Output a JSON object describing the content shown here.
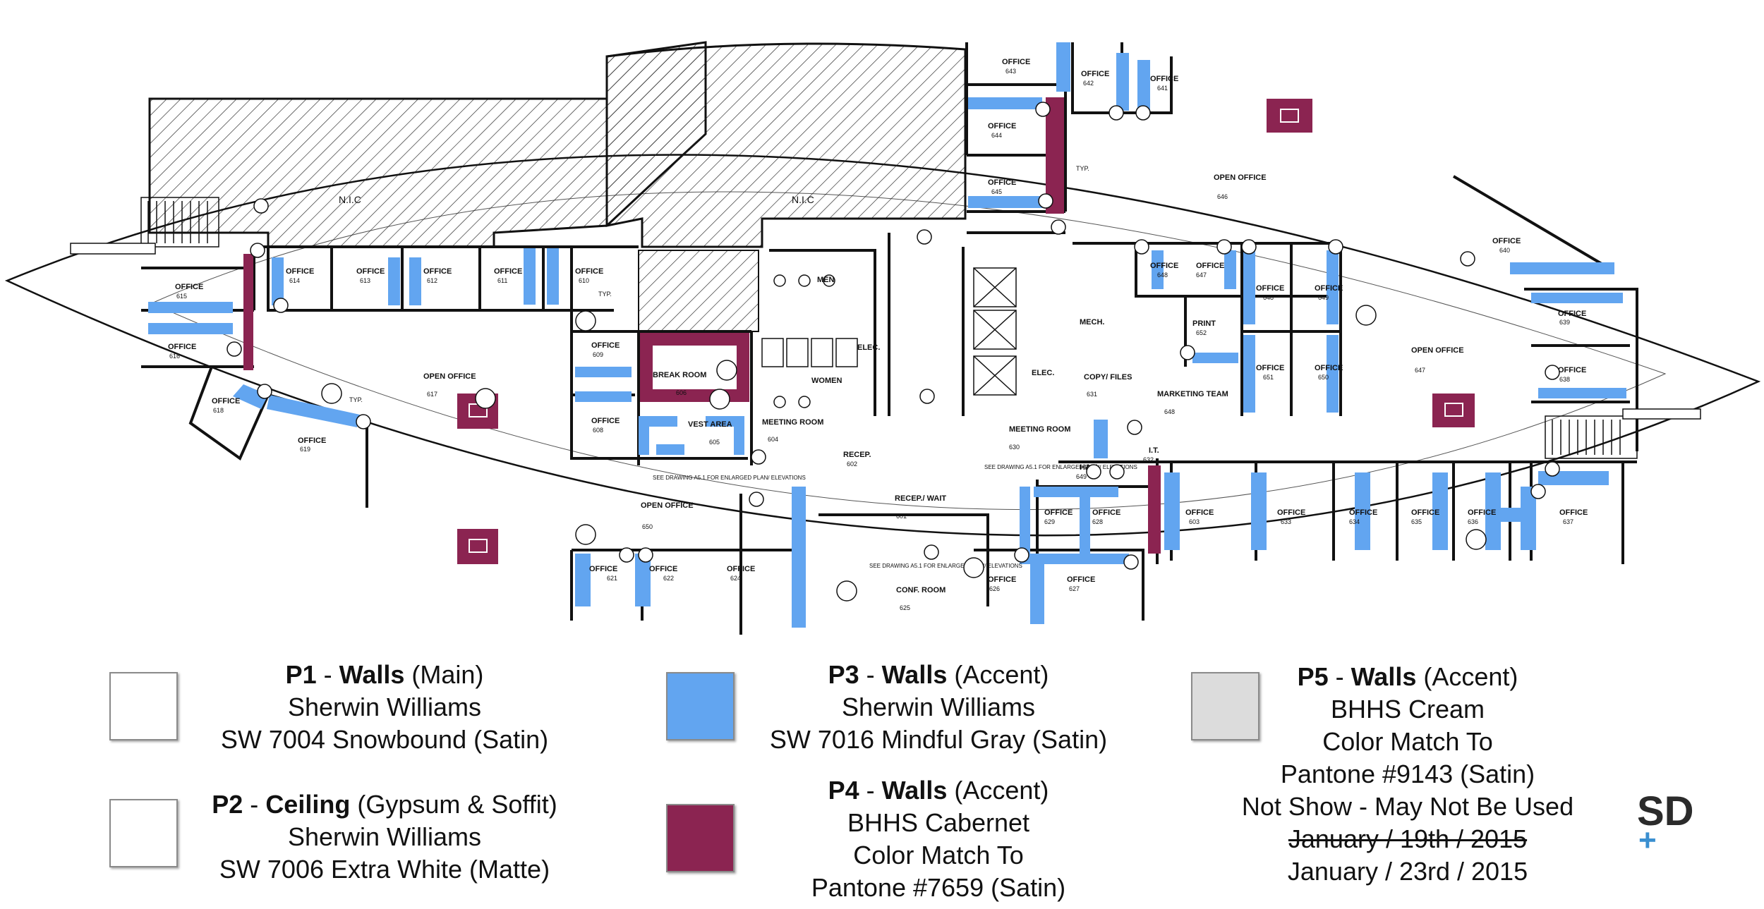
{
  "plan": {
    "nic_labels": [
      "N.I.C",
      "N.I.C"
    ],
    "rooms": [
      {
        "name": "OFFICE",
        "num": "643"
      },
      {
        "name": "OFFICE",
        "num": "642"
      },
      {
        "name": "OFFICE",
        "num": "641"
      },
      {
        "name": "OFFICE",
        "num": "644"
      },
      {
        "name": "OFFICE",
        "num": "645"
      },
      {
        "name": "OPEN OFFICE",
        "num": "646"
      },
      {
        "name": "OFFICE",
        "num": "640"
      },
      {
        "name": "OFFICE",
        "num": "639"
      },
      {
        "name": "OFFICE",
        "num": "638"
      },
      {
        "name": "OPEN OFFICE",
        "num": "647"
      },
      {
        "name": "OFFICE",
        "num": "615"
      },
      {
        "name": "OFFICE",
        "num": "614"
      },
      {
        "name": "OFFICE",
        "num": "613"
      },
      {
        "name": "OFFICE",
        "num": "612"
      },
      {
        "name": "OFFICE",
        "num": "611"
      },
      {
        "name": "OFFICE",
        "num": "610"
      },
      {
        "name": "OFFICE",
        "num": "616"
      },
      {
        "name": "OFFICE",
        "num": "609"
      },
      {
        "name": "OPEN OFFICE",
        "num": "617"
      },
      {
        "name": "OFFICE",
        "num": "618"
      },
      {
        "name": "OFFICE",
        "num": "619"
      },
      {
        "name": "OFFICE",
        "num": "608"
      },
      {
        "name": "BREAK ROOM",
        "num": "606"
      },
      {
        "name": "VEST AREA",
        "num": "605"
      },
      {
        "name": "MEN",
        "num": ""
      },
      {
        "name": "WOMEN",
        "num": ""
      },
      {
        "name": "ELEC.",
        "num": ""
      },
      {
        "name": "ELEC.",
        "num": ""
      },
      {
        "name": "MECH.",
        "num": ""
      },
      {
        "name": "MEETING ROOM",
        "num": "604"
      },
      {
        "name": "RECEP.",
        "num": "602"
      },
      {
        "name": "RECEP./ WAIT",
        "num": "601"
      },
      {
        "name": "OPEN OFFICE",
        "num": "650"
      },
      {
        "name": "CONF. ROOM",
        "num": "625"
      },
      {
        "name": "OFFICE",
        "num": "621"
      },
      {
        "name": "OFFICE",
        "num": "622"
      },
      {
        "name": "OFFICE",
        "num": "624"
      },
      {
        "name": "OFFICE",
        "num": "626"
      },
      {
        "name": "OFFICE",
        "num": "627"
      },
      {
        "name": "MEETING ROOM",
        "num": "630"
      },
      {
        "name": "COPY/ FILES",
        "num": "631"
      },
      {
        "name": "HALL",
        "num": "649"
      },
      {
        "name": "I.T.",
        "num": "632"
      },
      {
        "name": "OFFICE",
        "num": "629"
      },
      {
        "name": "OFFICE",
        "num": "628"
      },
      {
        "name": "OFFICE",
        "num": "648"
      },
      {
        "name": "OFFICE",
        "num": "647"
      },
      {
        "name": "PRINT",
        "num": "652"
      },
      {
        "name": "MARKETING TEAM",
        "num": "648"
      },
      {
        "name": "OFFICE",
        "num": "648"
      },
      {
        "name": "OFFICE",
        "num": "649"
      },
      {
        "name": "OFFICE",
        "num": "651"
      },
      {
        "name": "OFFICE",
        "num": "650"
      },
      {
        "name": "OFFICE",
        "num": "603"
      },
      {
        "name": "OFFICE",
        "num": "633"
      },
      {
        "name": "OFFICE",
        "num": "634"
      },
      {
        "name": "OFFICE",
        "num": "635"
      },
      {
        "name": "OFFICE",
        "num": "636"
      },
      {
        "name": "OFFICE",
        "num": "637"
      }
    ],
    "notes": [
      "SEE DRAWING A5.1 FOR ENLARGED PLAN/ ELEVATIONS",
      "SEE DRAWING A5.1 FOR ENLARGED PLAN/ ELEVATIONS",
      "SEE DRAWING A5.1 FOR ENLARGED PLAN/ ELEVATIONS"
    ],
    "typ": "TYP."
  },
  "legend": {
    "p1": {
      "code": "P1",
      "surface": "Walls",
      "detail": "(Main)",
      "line2": "Sherwin Williams",
      "line3": "SW 7004 Snowbound (Satin)",
      "swatch": "#ffffff"
    },
    "p2": {
      "code": "P2",
      "surface": "Ceiling",
      "detail": "(Gypsum & Soffit)",
      "line2": "Sherwin Williams",
      "line3": "SW 7006 Extra White (Matte)",
      "swatch": "#ffffff"
    },
    "p3": {
      "code": "P3",
      "surface": "Walls",
      "detail": "(Accent)",
      "line2": "Sherwin Williams",
      "line3": "SW 7016 Mindful Gray (Satin)",
      "swatch": "#62a5f0"
    },
    "p4": {
      "code": "P4",
      "surface": "Walls",
      "detail": "(Accent)",
      "line2": "BHHS Cabernet",
      "line3": "Color Match To",
      "line4": "Pantone #7659  (Satin)",
      "swatch": "#8b2451"
    },
    "p5": {
      "code": "P5",
      "surface": "Walls",
      "detail": "(Accent)",
      "line2": "BHHS Cream",
      "line3": "Color Match To",
      "line4": "Pantone #9143  (Satin)",
      "line5": "Not Show - May Not Be Used",
      "swatch": "#dcdcdc"
    },
    "dash": "-",
    "date_old": "January / 19th / 2015",
    "date_new": "January / 23rd / 2015"
  },
  "logo": {
    "text": "SD",
    "plus": "+",
    "blue": "#3a8fd0",
    "dark": "#2b2b2b"
  }
}
